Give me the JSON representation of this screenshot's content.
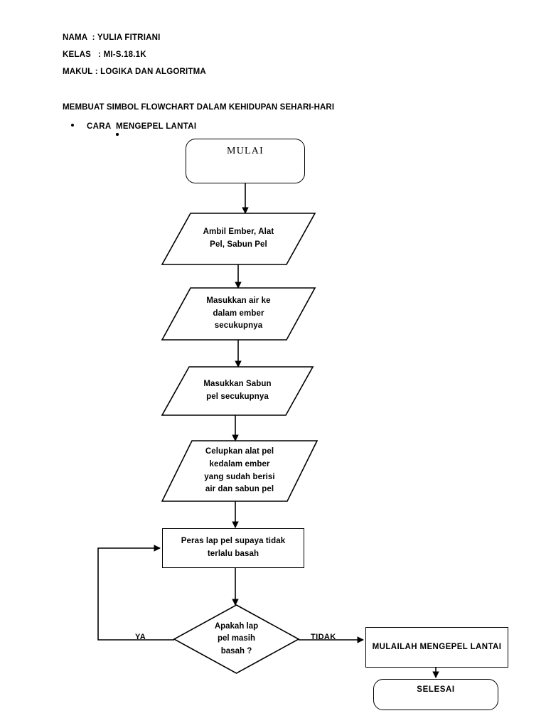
{
  "document": {
    "header": {
      "lines": [
        {
          "label": "NAMA  :",
          "value": "YULIA FITRIANI",
          "full": "NAMA  : YULIA FITRIANI"
        },
        {
          "label": "KELAS   :",
          "value": "MI-S.18.1K",
          "full": "KELAS   : MI-S.18.1K"
        },
        {
          "label": "MAKUL :",
          "value": "LOGIKA DAN ALGORITMA",
          "full": "MAKUL : LOGIKA DAN ALGORITMA"
        }
      ],
      "section_title": "MEMBUAT SIMBOL FLOWCHART DALAM KEHIDUPAN SEHARI-HARI",
      "bullets": [
        {
          "text": "CARA  MENGEPEL LANTAI",
          "level": 1
        },
        {
          "text": "",
          "level": 2
        }
      ]
    },
    "flowchart": {
      "title": "CARA  MENGEPEL LANTAI",
      "nodes": {
        "start": {
          "type": "terminator",
          "text": "MULAI"
        },
        "io1": {
          "type": "input-output",
          "lines": [
            "Ambil Ember, Alat",
            "Pel, Sabun Pel"
          ]
        },
        "io2": {
          "type": "input-output",
          "lines": [
            "Masukkan air ke",
            "dalam ember",
            "secukupnya"
          ]
        },
        "io3": {
          "type": "input-output",
          "lines": [
            "Masukkan Sabun",
            "pel secukupnya"
          ]
        },
        "io4": {
          "type": "input-output",
          "lines": [
            "Celupkan alat pel",
            "kedalam ember",
            "yang sudah berisi",
            "air dan sabun pel"
          ]
        },
        "process1": {
          "type": "process",
          "lines": [
            "Peras lap pel supaya tidak",
            "terlalu basah"
          ]
        },
        "decision": {
          "type": "decision",
          "lines": [
            "Apakah lap",
            "pel masih",
            "basah ?"
          ]
        },
        "process2": {
          "type": "process",
          "lines": [
            "MULAILAH MENGEPEL LANTAI"
          ]
        },
        "end": {
          "type": "terminator",
          "text": "SELESAI"
        }
      },
      "edge_labels": {
        "yes": "YA",
        "no": "TIDAK"
      }
    },
    "colors": {
      "page_background": "#ffffff",
      "ink": "#000000",
      "shape_stroke": "#000000",
      "shape_fill": "#ffffff"
    }
  }
}
